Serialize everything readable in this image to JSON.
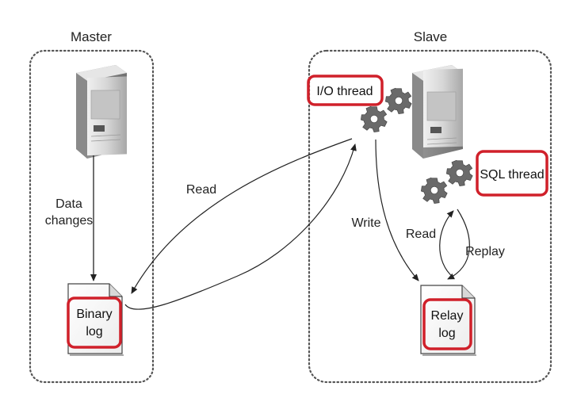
{
  "master": {
    "title": "Master",
    "data_changes_line1": "Data",
    "data_changes_line2": "changes",
    "binary_log_line1": "Binary",
    "binary_log_line2": "log"
  },
  "slave": {
    "title": "Slave",
    "io_thread": "I/O thread",
    "sql_thread": "SQL thread",
    "relay_log_line1": "Relay",
    "relay_log_line2": "log"
  },
  "flows": {
    "read_binlog": "Read",
    "write_relay": "Write",
    "read_relay": "Read",
    "replay": "Replay"
  },
  "colors": {
    "highlight_border": "#d0202a",
    "container_dots": "#555555",
    "server_fill": "#d9d9d9",
    "gear_fill": "#6a6a6a",
    "arrow": "#222222"
  }
}
